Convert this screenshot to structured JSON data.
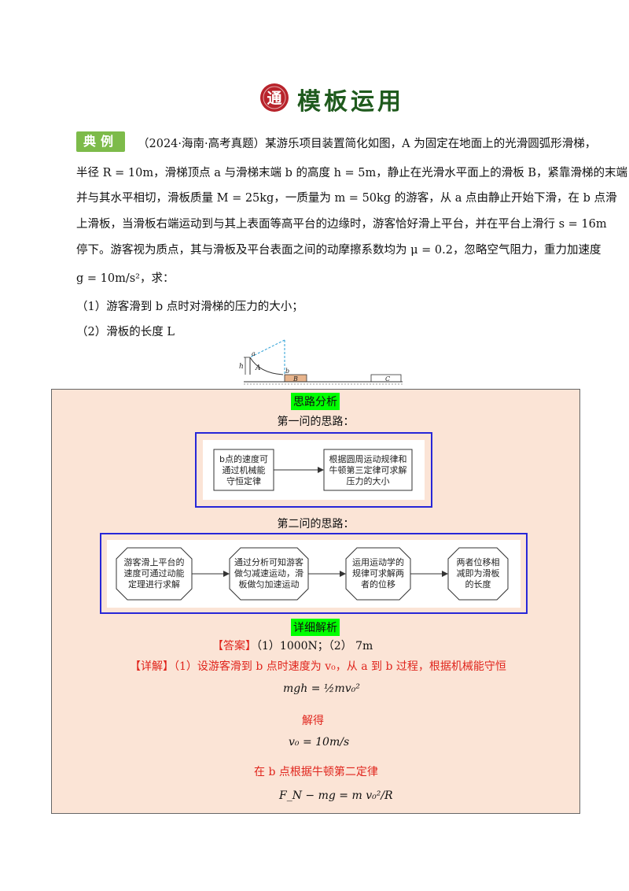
{
  "header": {
    "badge": "通",
    "title": "模板运用"
  },
  "example": {
    "tag": "典例",
    "lines": [
      "（2024·海南·高考真题）某游乐项目装置简化如图，A 为固定在地面上的光滑圆弧形滑梯，",
      "半径 R = 10m，滑梯顶点 a 与滑梯末端 b 的高度 h = 5m，静止在光滑水平面上的滑板 B，紧靠滑梯的末端，",
      "并与其水平相切，滑板质量 M = 25kg，一质量为 m = 50kg 的游客，从 a 点由静止开始下滑，在 b 点滑",
      "上滑板，当滑板右端运动到与其上表面等高平台的边缘时，游客恰好滑上平台，并在平台上滑行 s = 16m",
      "停下。游客视为质点，其与滑板及平台表面之间的动摩擦系数均为 μ = 0.2，忽略空气阻力，重力加速度",
      "g = 10m/s²，求："
    ],
    "q1": "（1）游客滑到 b 点时对滑梯的压力的大小；",
    "q2": "（2）滑板的长度 L"
  },
  "figure": {
    "labels": {
      "h": "h",
      "A": "A",
      "a": "a",
      "b": "b",
      "B": "B",
      "C": "C"
    }
  },
  "analysis": {
    "tag": "思路分析",
    "first_title": "第一问的思路：",
    "first_nodes": [
      "b点的速度可\n通过机械能\n守恒定律",
      "根据圆周运动规律和\n牛顿第三定律可求解\n压力的大小"
    ],
    "second_title": "第二问的思路：",
    "second_nodes": [
      "游客滑上平台的\n速度可通过动能\n定理进行求解",
      "通过分析可知游客\n做匀减速运动，滑\n板做匀加速运动",
      "运用运动学的\n规律可求解两\n者的位移",
      "两者位移相\n减即为滑板\n的长度"
    ]
  },
  "detail": {
    "tag": "详细解析",
    "answer_label": "【答案】",
    "answer_text": "（1）1000N；（2） 7m",
    "explain_label": "【详解】",
    "explain_text": "（1）设游客滑到 b 点时速度为 v₀，从 a 到 b 过程，根据机械能守恒",
    "eq1": "mgh = ½mv₀²",
    "get": "解得",
    "eq2": "v₀ = 10m/s",
    "newton": "在 b 点根据牛顿第二定律",
    "eq3": "F_N − mg = m v₀²/R"
  },
  "colors": {
    "accent_green": "#7dbb4a",
    "box_bg": "#fbe4d6",
    "blue": "#2727d8",
    "red": "#e0241c",
    "highlight": "#00ff00"
  }
}
